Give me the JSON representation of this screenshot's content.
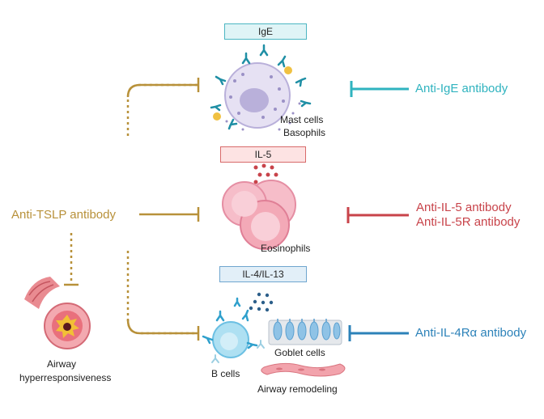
{
  "labels": {
    "ige_box": "IgE",
    "il5_box": "IL-5",
    "il4_box": "IL-4/IL-13",
    "mast_cells": "Mast cells",
    "basophils": "Basophils",
    "eosinophils": "Eosinophils",
    "goblet_cells": "Goblet cells",
    "b_cells": "B cells",
    "airway_remodeling": "Airway remodeling",
    "airway_line1": "Airway",
    "airway_line2": "hyperresponsiveness"
  },
  "drugs": {
    "anti_tslp": "Anti-TSLP antibody",
    "anti_ige": "Anti-IgE antibody",
    "anti_il5": "Anti-IL-5 antibody",
    "anti_il5r": "Anti-IL-5R antibody",
    "anti_il4ra": "Anti-IL-4Rα antibody"
  },
  "colors": {
    "tslp": "#b8913a",
    "ige": "#2fb3bf",
    "il5": "#c8434a",
    "il4": "#2c82b9",
    "mast_cell": "#cfc8e6",
    "eosinophil": "#f3a9b7",
    "b_cell": "#7fcbe8"
  }
}
